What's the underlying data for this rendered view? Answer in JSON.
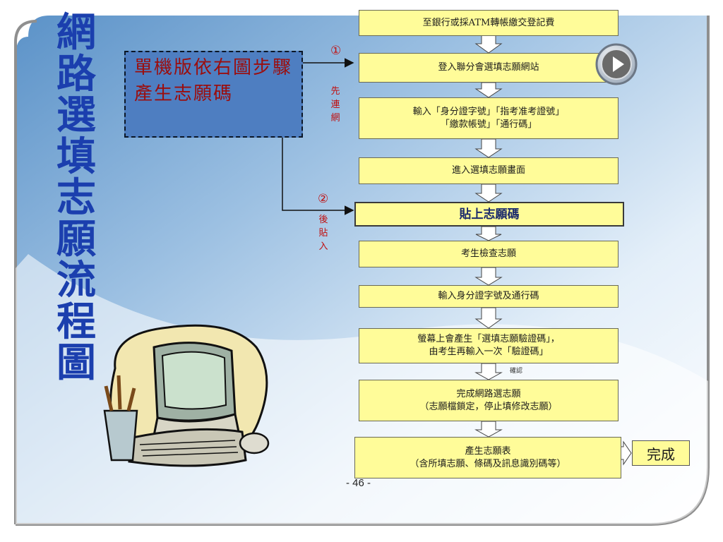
{
  "title_chars": [
    "網",
    "路",
    "選",
    "填",
    "志",
    "願",
    "流",
    "程",
    "圖"
  ],
  "note": "單機版依右圖步驟產生志願碼",
  "steps": {
    "s1": "至銀行或採ATM轉帳繳交登記費",
    "s2": "登入聯分會選填志願網站",
    "s3": "輸入「身分證字號」「指考准考證號」\n「繳款帳號」「通行碼」",
    "s4": "進入選填志願畫面",
    "s5": "貼上志願碼",
    "s6": "考生檢查志願",
    "s7": "輸入身分證字號及通行碼",
    "s8": "螢幕上會產生「選填志願驗證碼」，\n由考生再輸入一次「驗證碼」",
    "s9": "完成網路選志願\n（志願檔鎖定，停止填修改志願）",
    "s10": "產生志願表\n（含所填志願、條碼及訊息識別碼等）"
  },
  "done": "完成",
  "branch1": {
    "marker": "①",
    "label_chars": [
      "先",
      "連",
      "網"
    ]
  },
  "branch2": {
    "marker": "②",
    "label_chars": [
      "後",
      "貼",
      "入"
    ]
  },
  "confirm_label": "確認",
  "page_number": "- 46 -",
  "colors": {
    "title": "#1b3fae",
    "step_fill": "#fffc99",
    "note_fill": "#4e7ec1",
    "note_text": "#9b0d0d",
    "marker": "#c01010"
  },
  "icons": {
    "nav": "play-arrow-icon",
    "clipart": "computer-clipart"
  }
}
